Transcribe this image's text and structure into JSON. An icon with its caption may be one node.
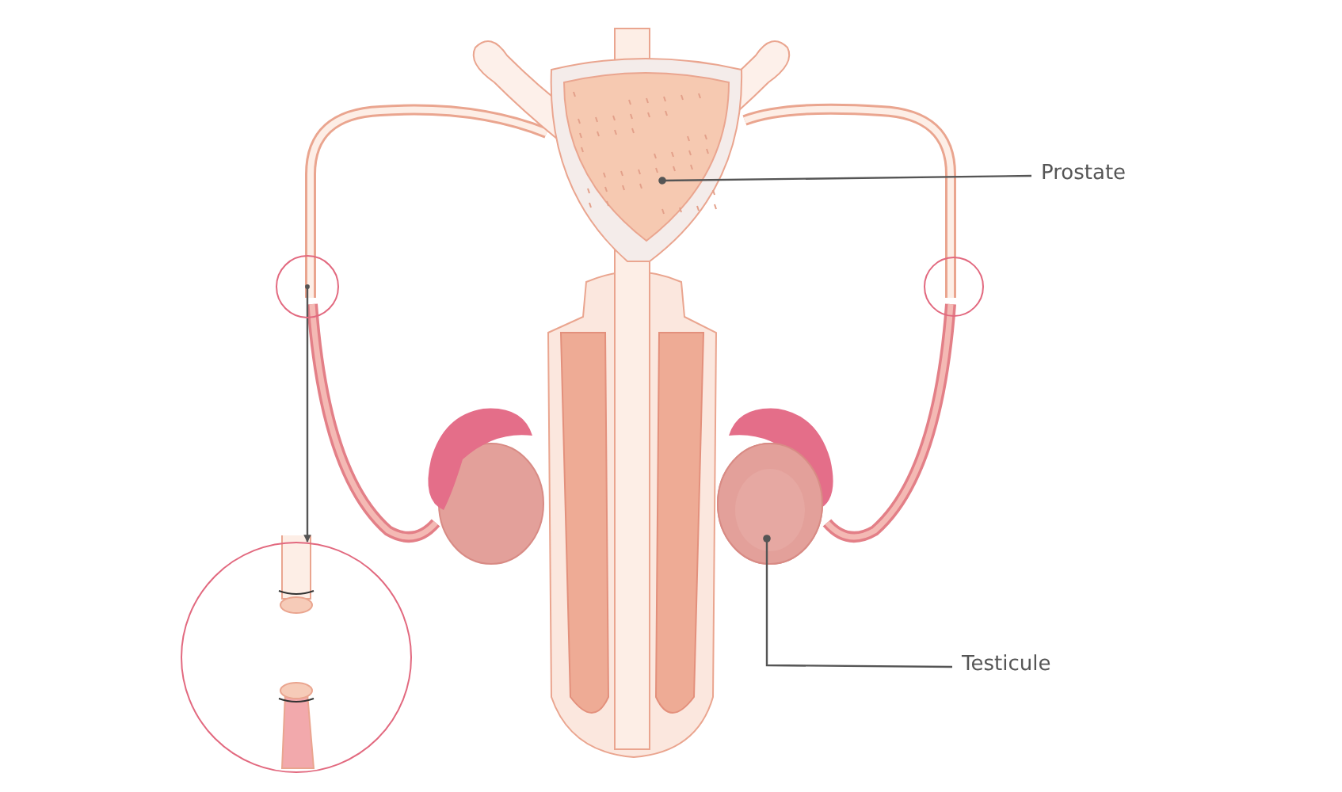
{
  "diagram": {
    "nodes": [
      {
        "text": [],
        "shape": "circle"
      },
      {
        "text": [],
        "shape": "circle"
      },
      {
        "text": [],
        "shape": "picture"
      },
      {
        "text": [
          "Prostate"
        ]
      },
      {
        "text": [],
        "shape": "circle"
      },
      {
        "text": [],
        "shape": "picture"
      },
      {
        "text": [
          "Testicule"
        ]
      }
    ],
    "edges": [
      {
        "from": 3,
        "to": 2,
        "arrow": "other"
      },
      {
        "from": 0,
        "to": 4,
        "arrow": "to"
      },
      {
        "from": 6,
        "to": 5,
        "arrow": "other"
      }
    ]
  }
}
